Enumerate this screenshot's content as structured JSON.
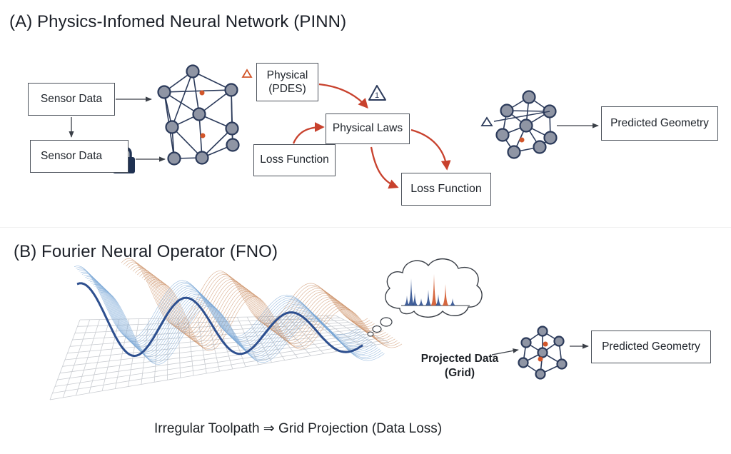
{
  "section_a": {
    "title": "(A) Physics-Infomed Neural Network (PINN)",
    "sensor_data_1": "Sensor Data",
    "sensor_data_2": "Sensor Data",
    "physical_line1": "Physical",
    "physical_line2": "(PDES)",
    "physical_laws": "Physical Laws",
    "loss_function_1": "Loss Function",
    "loss_function_2": "Loss Function",
    "predicted_geometry": "Predicted Geometry",
    "warning_badge": "1"
  },
  "section_b": {
    "title": "(B)  Fourier Neural Operator (FNO)",
    "projected_line1": "Projected Data",
    "projected_line2": "(Grid)",
    "predicted_geometry": "Predicted Geometry",
    "caption": "Irregular Toolpath ⇒ Grid Projection (Data Loss)"
  },
  "colors": {
    "node_fill": "#8f95a4",
    "node_stroke": "#2b3a5a",
    "edge": "#2b3a5a",
    "accent_orange": "#d2562a",
    "arrow_red": "#c8412d",
    "wave_blue": "#2d4f8f",
    "wave_light_blue": "#7aa7d6",
    "wave_orange": "#c98a5e",
    "lock_navy": "#1f3152"
  },
  "icons": [
    "lock-icon",
    "warning-triangle-icon",
    "delta-triangle-icon",
    "thought-cloud-icon",
    "spectrum-icon"
  ]
}
